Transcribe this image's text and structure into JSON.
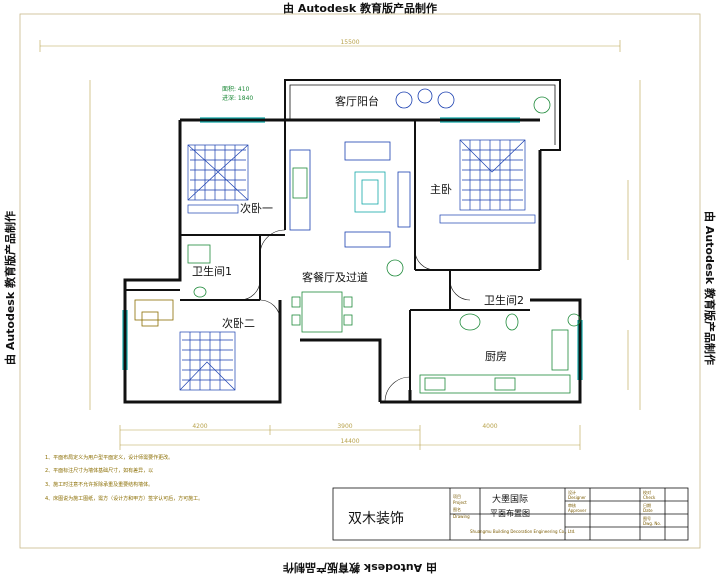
{
  "watermark": "由 Autodesk 教育版产品制作",
  "dimensions": {
    "top_overall": "15500",
    "balcony_area_1": "面积: 410",
    "balcony_area_2": "进深: 1840",
    "bottom_1": "4200",
    "bottom_2": "3900",
    "bottom_3": "4000",
    "bottom_overall": "14400"
  },
  "rooms": {
    "living_balcony": "客厅阳台",
    "master_bedroom": "主卧",
    "second_bedroom_1": "次卧一",
    "bathroom_1": "卫生间1",
    "living_dining": "客餐厅及过道",
    "bathroom_2": "卫生间2",
    "second_bedroom_2": "次卧二",
    "kitchen": "厨房"
  },
  "notes": [
    "1、平面布局定义为用户型平面定义，设计师需要作更改。",
    "2、平面标注尺寸为墙体基础尺寸，如有差异，以",
    "3、施工时注意不允许拆除承重及重要结构墙体。",
    "4、床图说为施工图纸，需方（设计方和甲方）签字认可后，方可施工。"
  ],
  "title_block": {
    "company": "双木装饰",
    "project_label": "项目",
    "project_label_en": "Project",
    "project_name": "大墨国际",
    "drawing_label": "图名",
    "drawing_label_en": "Drawing",
    "drawing_name": "平面布置图",
    "company_en": "Shuangmu Building Decoration Engineering Co., Ltd.",
    "designer_label": "设计",
    "designer_label_en": "Designer",
    "approver_label": "审核",
    "approver_label_en": "Approver",
    "check_label": "校对",
    "check_label_en": "Check",
    "date_label": "日期",
    "date_label_en": "Date",
    "sheet_label": "图号",
    "sheet_label_en": "Dwg. No."
  },
  "colors": {
    "wall": "#111111",
    "furniture": "#1a3fb0",
    "accent_cyan": "#13a7a7",
    "dimension": "#b8a24a",
    "plant": "#1e8a3a"
  }
}
